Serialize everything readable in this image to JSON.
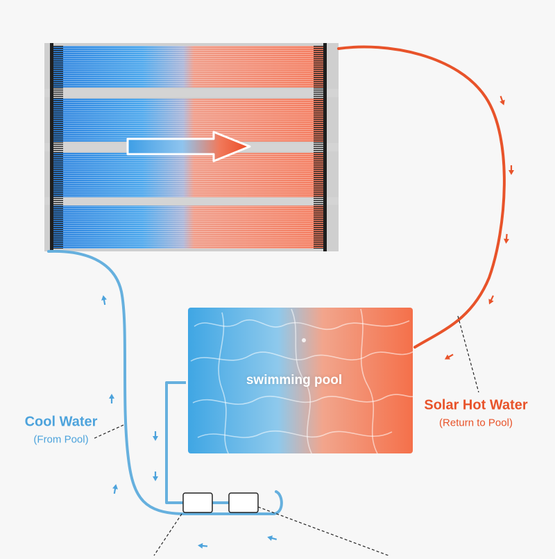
{
  "labels": {
    "pool": "swimming pool",
    "cool_title": "Cool Water",
    "cool_sub": "(From Pool)",
    "hot_title": "Solar Hot Water",
    "hot_sub": "(Return to Pool)"
  },
  "colors": {
    "cool": "#4da3dc",
    "hot": "#e8532a",
    "panel_blue": "#2f86e0",
    "panel_red": "#f27a5e",
    "background": "#f7f7f7"
  }
}
